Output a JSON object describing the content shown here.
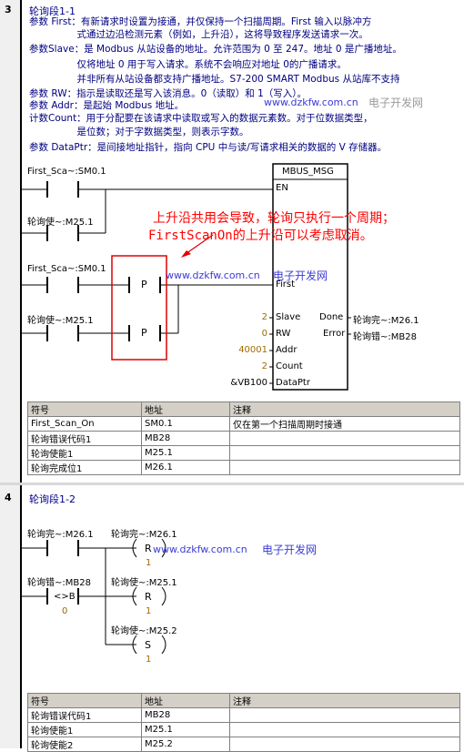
{
  "network3": {
    "number": "3",
    "title": "轮询段1-1",
    "comments": [
      "参数 First：有新请求时设置为接通，并仅保持一个扫描周期。First 输入以脉冲方",
      "　　　　　式通过边沿检测元素（例如，上升沿），这将导致程序发送请求一次。",
      "参数Slave：是 Modbus 从站设备的地址。允许范围为 0 至 247。地址 0 是广播地址。",
      "　　　　　仅将地址 0 用于写入请求。系统不会响应对地址 0的广播请求。",
      "　　　　　并非所有从站设备都支持广播地址。S7-200 SMART Modbus 从站库不支持",
      "参数 RW：指示是读取还是写入该消息。0（读取）和 1（写入）。",
      "参数 Addr：是起始 Modbus 地址。",
      "计数Count：用于分配要在该请求中读取或写入的数据元素数。对于位数据类型，",
      "　　　　　是位数；对于字数据类型，则表示字数。",
      "参数 DataPtr：是间接地址指针，指向 CPU 中与读/写请求相关的数据的 V 存储器。"
    ],
    "contact1": "First_Sca~:SM0.1",
    "contact2": "轮询使~:M25.1",
    "contact3": "First_Sca~:SM0.1",
    "contact4": "轮询使~:M25.1",
    "edge_label": "P",
    "block": {
      "name": "MBUS_MSG",
      "en": "EN",
      "first": "First",
      "slave": "Slave",
      "rw": "RW",
      "addr": "Addr",
      "count": "Count",
      "dataptr": "DataPtr",
      "done": "Done",
      "error": "Error",
      "slave_val": "2",
      "rw_val": "0",
      "addr_val": "40001",
      "count_val": "2",
      "dataptr_val": "&VB100",
      "done_out": "轮询完~:M26.1",
      "error_out": "轮询错~:MB28"
    },
    "annotation_line1": "上升沿共用会导致，轮询只执行一个周期；",
    "annotation_line2": "FirstScanOn的上升沿可以考虑取消。",
    "watermark1": "www.dzkfw.com.cn",
    "watermark1b": "电子开发网",
    "watermark2": "www.dzkfw.com.cn",
    "watermark2b": "电子开发网",
    "table": {
      "headers": [
        "符号",
        "地址",
        "注释"
      ],
      "rows": [
        [
          "First_Scan_On",
          "SM0.1",
          "仅在第一个扫描周期时接通"
        ],
        [
          "轮询错误代码1",
          "MB28",
          ""
        ],
        [
          "轮询使能1",
          "M25.1",
          ""
        ],
        [
          "轮询完成位1",
          "M26.1",
          ""
        ]
      ]
    }
  },
  "network4": {
    "number": "4",
    "title": "轮询段1-2",
    "contact1": "轮询完~:M26.1",
    "coil1": "轮询完~:M26.1",
    "coil1_type": "R",
    "coil1_n": "1",
    "contact2": "轮询错~:MB28",
    "compare": "<>B",
    "compare_val": "0",
    "coil2": "轮询使~:M25.1",
    "coil2_type": "R",
    "coil2_n": "1",
    "coil3": "轮询使~:M25.2",
    "coil3_type": "S",
    "coil3_n": "1",
    "watermark": "www.dzkfw.com.cn",
    "watermarkb": "电子开发网",
    "table": {
      "headers": [
        "符号",
        "地址",
        "注释"
      ],
      "rows": [
        [
          "轮询错误代码1",
          "MB28",
          ""
        ],
        [
          "轮询使能1",
          "M25.1",
          ""
        ],
        [
          "轮询使能2",
          "M25.2",
          ""
        ]
      ]
    }
  }
}
